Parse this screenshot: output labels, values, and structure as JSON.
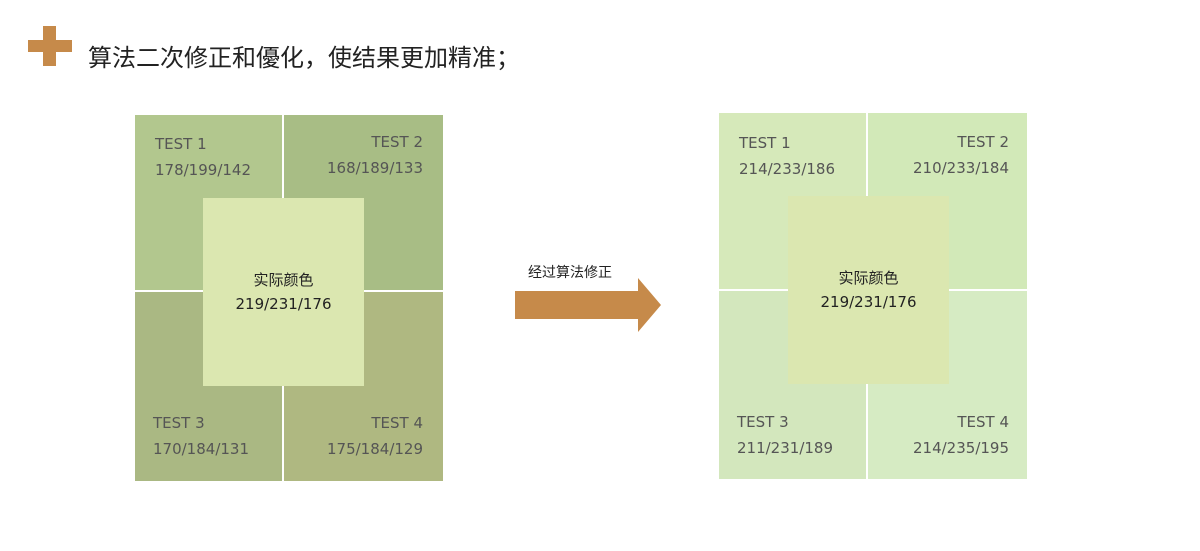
{
  "heading": "算法二次修正和優化，使结果更加精准；",
  "arrow_label": "经过算法修正",
  "colors": {
    "accent": "#c68a4a"
  },
  "left_panel": {
    "cells": [
      {
        "label": "TEST 1",
        "value": "178/199/142",
        "color": "#b2c78e"
      },
      {
        "label": "TEST 2",
        "value": "168/189/133",
        "color": "#a8bd85"
      },
      {
        "label": "TEST 3",
        "value": "170/184/131",
        "color": "#aab883"
      },
      {
        "label": "TEST 4",
        "value": "175/184/129",
        "color": "#afb881"
      }
    ],
    "center": {
      "label": "实际颜色",
      "value": "219/231/176",
      "color": "#dbe7b0"
    }
  },
  "right_panel": {
    "cells": [
      {
        "label": "TEST 1",
        "value": "214/233/186",
        "color": "#d6e9ba"
      },
      {
        "label": "TEST 2",
        "value": "210/233/184",
        "color": "#d2e9b8"
      },
      {
        "label": "TEST 3",
        "value": "211/231/189",
        "color": "#d3e7bd"
      },
      {
        "label": "TEST 4",
        "value": "214/235/195",
        "color": "#d6ebc3"
      }
    ],
    "center": {
      "label": "实际颜色",
      "value": "219/231/176",
      "color": "#dbe7b0"
    }
  }
}
